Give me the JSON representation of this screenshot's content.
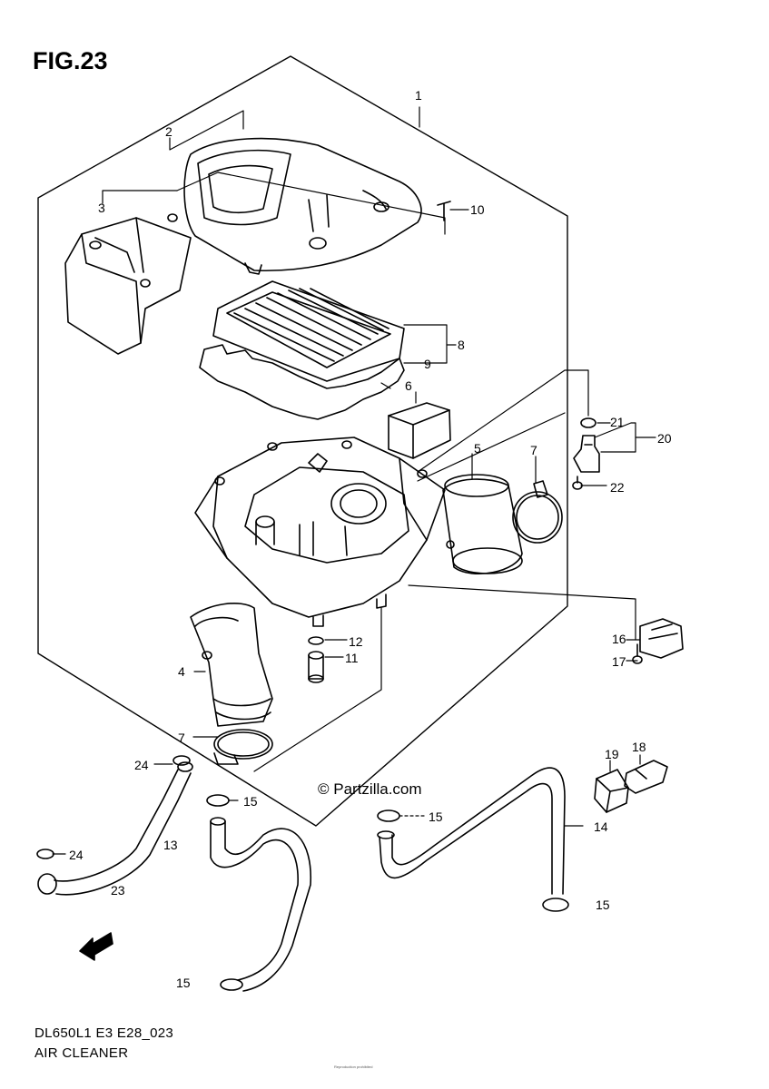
{
  "figure": {
    "title": "FIG.23",
    "model_code": "DL650L1 E3 E28_023",
    "section_name": "AIR CLEANER",
    "watermark": "© Partzilla.com",
    "fwd_label": "FWD",
    "fine_print": "Reproduction prohibited"
  },
  "callouts": {
    "p1": "1",
    "p2": "2",
    "p3": "3",
    "p4": "4",
    "p5": "5",
    "p6": "6",
    "p7a": "7",
    "p7b": "7",
    "p8": "8",
    "p9": "9",
    "p10": "10",
    "p11": "11",
    "p12": "12",
    "p13": "13",
    "p14": "14",
    "p15a": "15",
    "p15b": "15",
    "p15c": "15",
    "p15d": "15",
    "p16": "16",
    "p17": "17",
    "p18": "18",
    "p19": "19",
    "p20": "20",
    "p21": "21",
    "p22": "22",
    "p23": "23",
    "p24a": "24",
    "p24b": "24"
  },
  "colors": {
    "ink": "#000000",
    "background": "#ffffff"
  }
}
